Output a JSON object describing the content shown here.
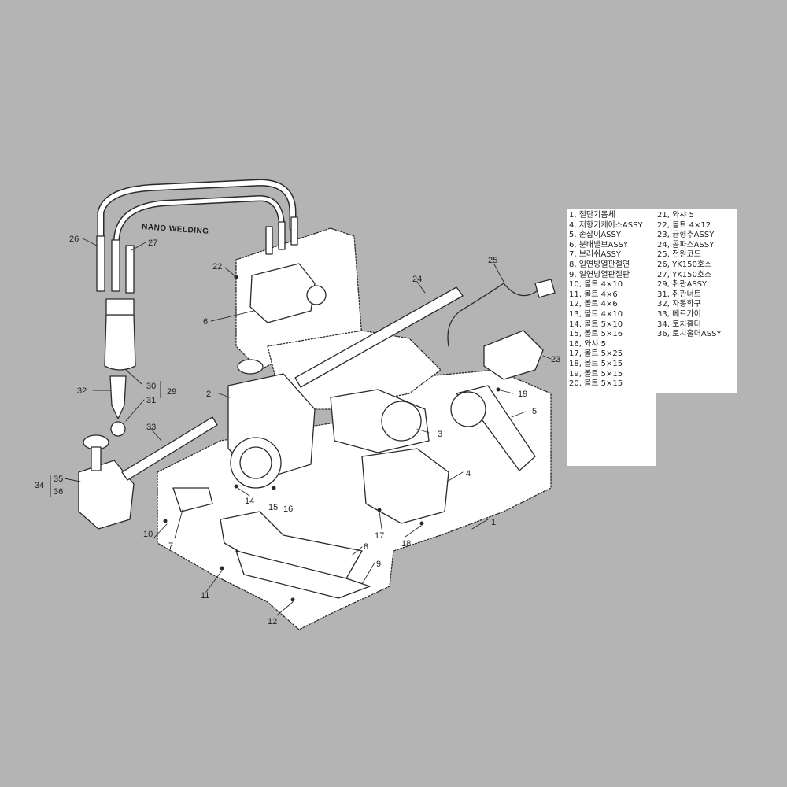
{
  "diagram": {
    "brand_label": "NANO WELDING",
    "callouts": [
      "1",
      "2",
      "3",
      "4",
      "5",
      "6",
      "7",
      "8",
      "9",
      "10",
      "11",
      "12",
      "14",
      "15",
      "16",
      "17",
      "18",
      "19",
      "22",
      "23",
      "24",
      "25",
      "26",
      "27",
      "29",
      "30",
      "31",
      "32",
      "33",
      "34",
      "35",
      "36"
    ]
  },
  "legend": {
    "left": [
      "1, 절단기몸체",
      "4, 저항기케이스ASSY",
      "5, 손잡이ASSY",
      "6, 분배밸브ASSY",
      "7, 브러쉬ASSY",
      "8, 일연방열판절연",
      "9, 일연방열판절판",
      "10, 볼트 4×10",
      "11, 볼트 4×6",
      "12, 볼트 4×6",
      "13, 볼트 4×10",
      "14, 볼트 5×10",
      "15, 볼트 5×16",
      "16, 와샤 5",
      "17, 볼트 5×25",
      "18, 볼트 5×15",
      "19, 볼트 5×15",
      "20, 볼트 5×15"
    ],
    "right": [
      "21, 와샤 5",
      "22, 볼트 4×12",
      "23, 균형추ASSY",
      "24, 콤파스ASSY",
      "25, 전원코드",
      "26, YK150호스",
      "27, YK150호스",
      "29, 취관ASSY",
      "31, 취관너트",
      "32, 자동화구",
      "33, 베르가이",
      "34, 토치홀더",
      "36, 토치홀더ASSY"
    ]
  }
}
